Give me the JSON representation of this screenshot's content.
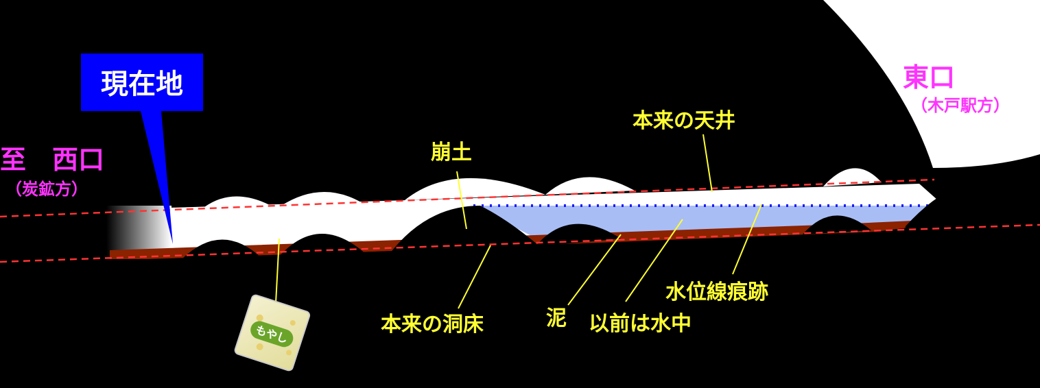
{
  "current_location": "現在地",
  "west": {
    "label": "至　西口",
    "sub": "（炭鉱方）"
  },
  "east": {
    "label": "東口",
    "sub": "（木戸駅方）"
  },
  "labels": {
    "collapsed_soil": "崩土",
    "original_ceiling": "本来の天井",
    "original_floor": "本来の洞床",
    "mud": "泥",
    "formerly_underwater": "以前は水中",
    "waterline_trace": "水位線痕跡"
  },
  "bag_label": "もやし",
  "colors": {
    "background": "#000000",
    "tunnel": "#ffffff",
    "mud": "#8b2200",
    "water": "#a9bdf5",
    "guide_line": "#ff3333",
    "waterline": "#1a1aff",
    "label": "#ffff33",
    "place": "#ff33ff",
    "marker": "#0000ff"
  }
}
